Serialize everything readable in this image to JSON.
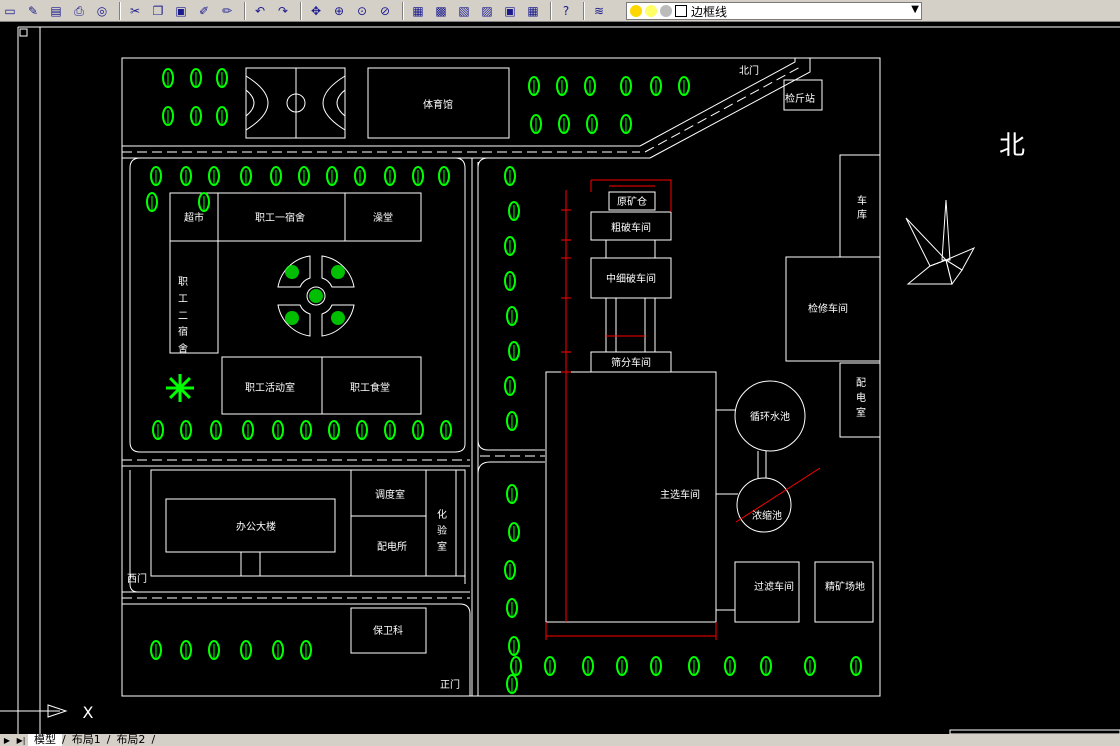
{
  "toolbar": {
    "layer_name": "边框线",
    "buttons": [
      "new-icon",
      "open-icon",
      "save-icon",
      "print-icon",
      "preview-icon",
      "publish-icon",
      "cut-icon",
      "copy-icon",
      "paste-icon",
      "matchprop-icon",
      "brush-icon",
      "undo-icon",
      "redo-icon",
      "pan-icon",
      "zoom-realtime-icon",
      "zoom-window-icon",
      "zoom-previous-icon",
      "properties-icon",
      "designcenter-icon",
      "toolpalette-icon",
      "sheetset-icon",
      "markup-icon",
      "calculator-icon",
      "help-icon"
    ]
  },
  "drawing": {
    "north_label": "北",
    "gates": {
      "north": "北门",
      "west": "西门",
      "main": "正门"
    },
    "rooms": {
      "gym": "体育馆",
      "check_station": "检斤站",
      "supermarket": "超市",
      "dorm1": "职工一宿舍",
      "bath": "澡堂",
      "dorm2_chars": [
        "职",
        "工",
        "二",
        "宿",
        "舍"
      ],
      "activity": "职工活动室",
      "canteen": "职工食堂",
      "office": "办公大楼",
      "dispatch": "调度室",
      "power_room": "配电所",
      "lab_chars": [
        "化",
        "验",
        "室"
      ],
      "security": "保卫科",
      "raw_ore": "原矿仓",
      "coarse_crush": "粗破车间",
      "mid_fine_crush": "中细破车间",
      "screening": "筛分车间",
      "main_mill": "主选车间",
      "garage_chars": [
        "车",
        "库"
      ],
      "repair": "检修车间",
      "power_chars": [
        "配",
        "电",
        "室"
      ],
      "pool": "循环水池",
      "thickener": "浓缩池",
      "filter": "过滤车间",
      "concentrate": "精矿场地"
    }
  },
  "tabs": [
    "模型",
    "布局1",
    "布局2"
  ],
  "colors": {
    "background": "#000000",
    "lines": "#ffffff",
    "trees": "#00ff00",
    "dimensions": "#ff0000"
  }
}
